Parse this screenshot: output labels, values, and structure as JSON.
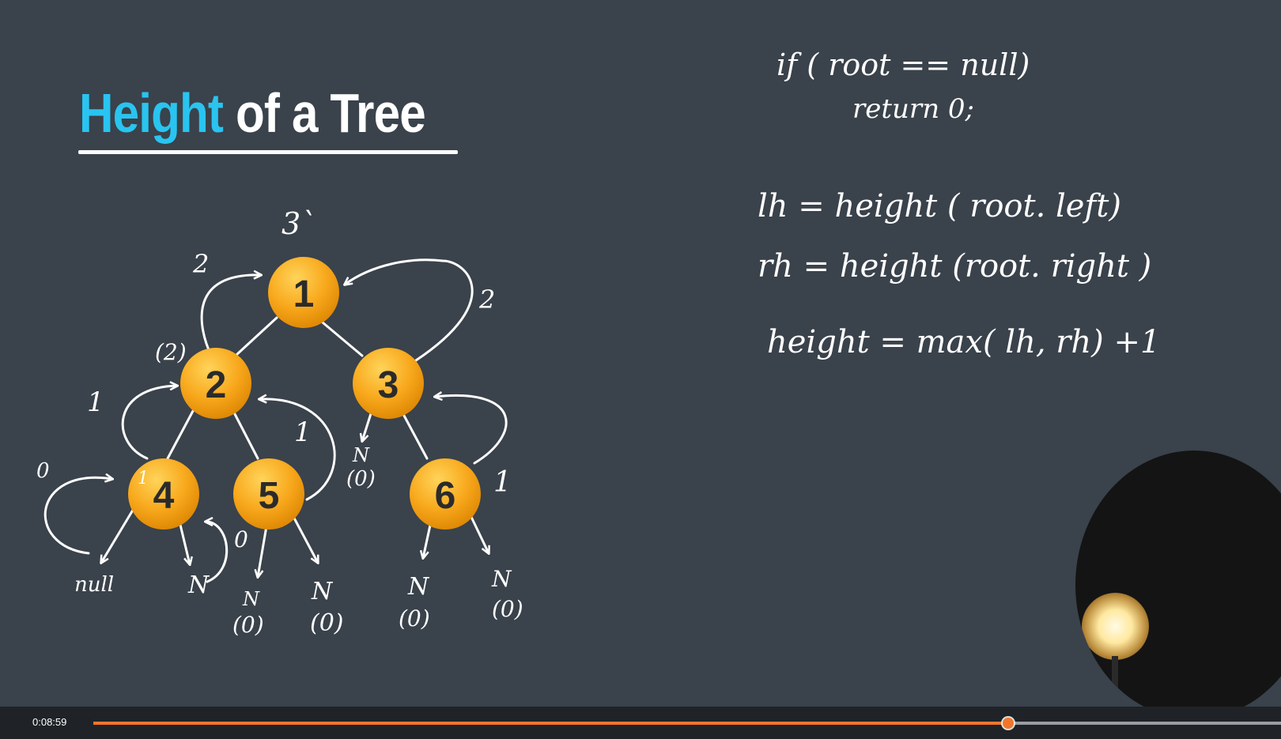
{
  "slide": {
    "title_accent": "Height",
    "title_rest": " of a Tree",
    "colors": {
      "accent": "#29c4f0",
      "node_fill": "#f8a81c",
      "background": "#3a424b",
      "progress": "#f0762b"
    }
  },
  "tree": {
    "nodes": [
      {
        "id": "n1",
        "label": "1"
      },
      {
        "id": "n2",
        "label": "2"
      },
      {
        "id": "n3",
        "label": "3"
      },
      {
        "id": "n4",
        "label": "4"
      },
      {
        "id": "n5",
        "label": "5"
      },
      {
        "id": "n6",
        "label": "6"
      }
    ],
    "annotations": {
      "root_height": "3`",
      "left_sub": "2",
      "left_sub_paren": "(2)",
      "right_sub": "2",
      "n2_left": "1",
      "n2_right": "1",
      "n4_zero": "0",
      "n4_inner": "1",
      "n5_zero": "0",
      "n6_one": "1"
    },
    "leaves": {
      "null_label": "null",
      "n4_right": "N",
      "n5_left": "N",
      "n5_left_zero": "(0)",
      "n5_right": "N",
      "n5_right_zero": "(0)",
      "n3_left": "N",
      "n3_left_zero": "(0)",
      "n6_left": "N",
      "n6_left_zero": "(0)",
      "n6_right": "N",
      "n6_right_zero": "(0)"
    }
  },
  "code": {
    "line1": "if ( root == null)",
    "line2": "return 0;",
    "line3": "lh = height ( root. left)",
    "line4": "rh = height (root. right )",
    "line5": "height = max( lh, rh) +1"
  },
  "player": {
    "time": "0:08:59",
    "progress_fraction": 0.77
  }
}
